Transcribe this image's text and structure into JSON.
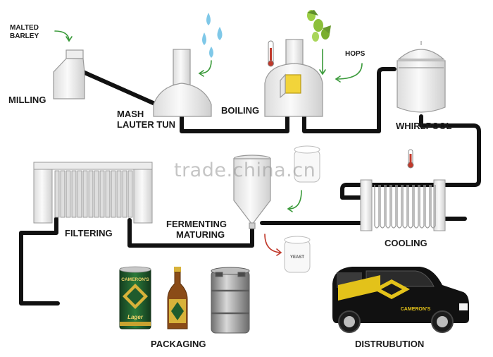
{
  "labels": {
    "malted_barley_line1": "MALTED",
    "malted_barley_line2": "BARLEY",
    "milling": "MILLING",
    "mash_line1": "MASH",
    "mash_line2": "LAUTER TUN",
    "boiling": "BOILING",
    "hops": "HOPS",
    "whirlpool": "WHIRLPOOL",
    "filtering": "FILTERING",
    "fermenting_line1": "FERMENTING",
    "fermenting_line2": "MATURING",
    "cooling": "COOLING",
    "packaging": "PACKAGING",
    "distribution": "DISTRUBUTION"
  },
  "product_text": {
    "yeast_jar": "YEAST",
    "can_brand": "CAMERON'S",
    "can_type": "Lager",
    "van_brand": "CAMERON'S"
  },
  "watermark": "trade.china.cn",
  "colors": {
    "pipe": "#111111",
    "tank_fill": "#f4f4f4",
    "tank_stroke": "#9a9a9a",
    "arrow_green": "#3a9a3a",
    "arrow_red": "#c0392b",
    "water_drop": "#7fc8e8",
    "hops_green": "#8cbf3a",
    "van_body": "#111111",
    "van_accent": "#e3c21a",
    "can_green": "#1f5b2d",
    "can_gold": "#d8b23a",
    "bottle_brown": "#8a4b17",
    "keg_grey": "#8e8e8e"
  }
}
